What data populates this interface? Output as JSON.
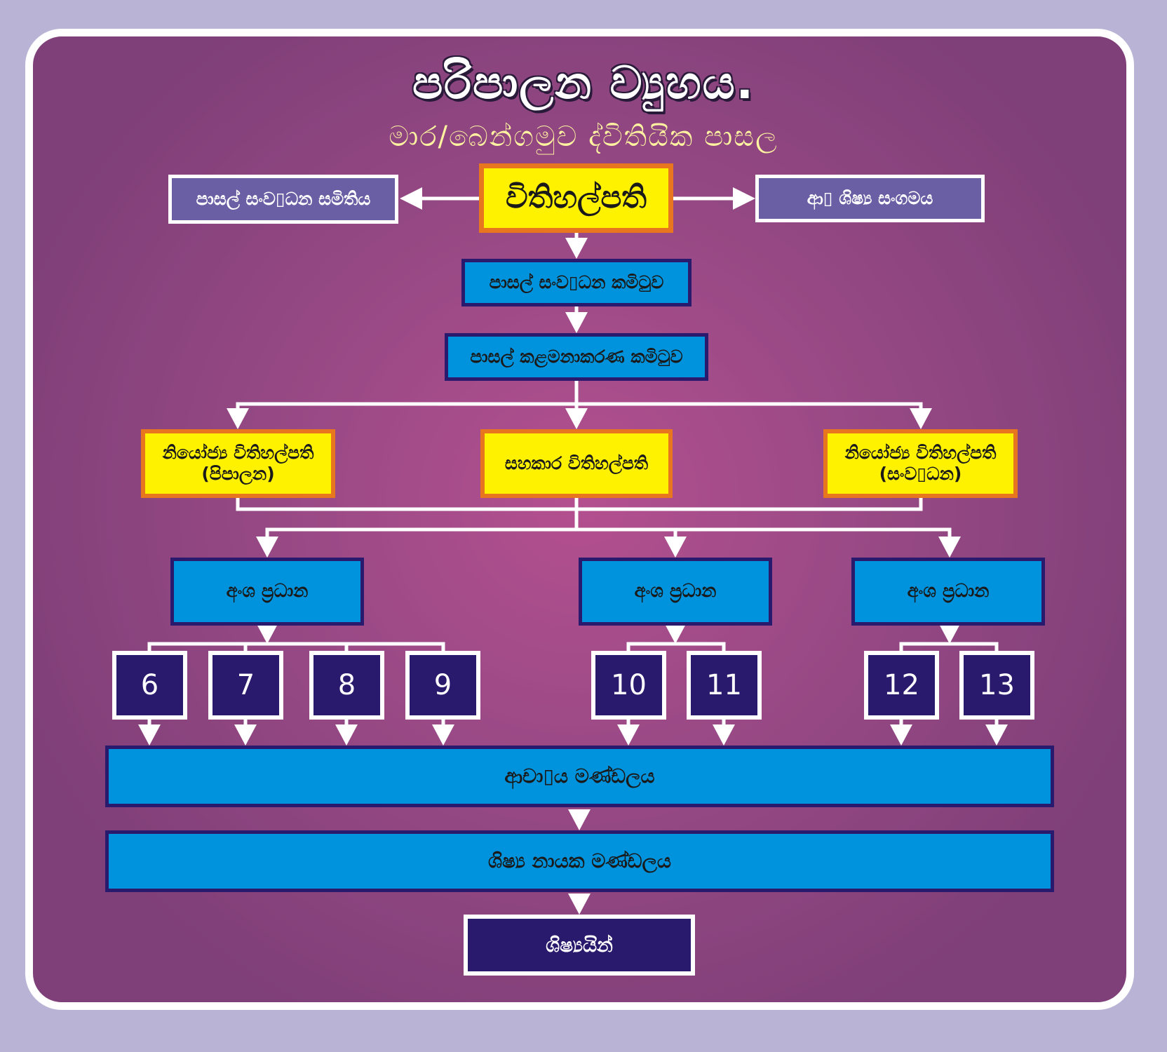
{
  "header": {
    "title": "පරිපාලන ව්‍යුහය.",
    "subtitle": "මාර/බෙන්ගමුව ද්විතියික පාසල"
  },
  "top_row": {
    "left": "පාසල් සංව▯ධන සමිතිය",
    "center": "විතිහල්පති",
    "right": "ආ▯ ශිෂ්‍ය සංගමය"
  },
  "committees": {
    "development": "පාසල් සංව▯ධන කමිටුව",
    "management": "පාසල් කළමනාකරණ කමිටුව"
  },
  "deputies": [
    {
      "line1": "නියෝජ්‍ය විතිහල්පති",
      "line2": "(පිපාලන)"
    },
    {
      "line1": "සහකාර විතිහල්පති",
      "line2": ""
    },
    {
      "line1": "නියෝජ්‍ය විතිහල්පති",
      "line2": "(සංව▯ධන)"
    }
  ],
  "section_heads": [
    {
      "label": "අංශ ප්‍රධාන",
      "grades": [
        "6",
        "7",
        "8",
        "9"
      ]
    },
    {
      "label": "අංශ ප්‍රධාන",
      "grades": [
        "10",
        "11"
      ]
    },
    {
      "label": "අංශ ප්‍රධාන",
      "grades": [
        "12",
        "13"
      ]
    }
  ],
  "bottom": {
    "staff": "ආචා▯ය මණ්ඩලය",
    "prefects": "ශිෂ්‍ය නායක මණ්ඩලය",
    "students": "ශිෂ්‍යයින්"
  },
  "colors": {
    "background": "#b9b3d6",
    "panel": "#9a4a86",
    "yellow_box": "#fff200",
    "yellow_border": "#e8761e",
    "blue_box": "#0093dd",
    "navy": "#2a1a6e",
    "lavender_box": "#6a5ea4"
  }
}
